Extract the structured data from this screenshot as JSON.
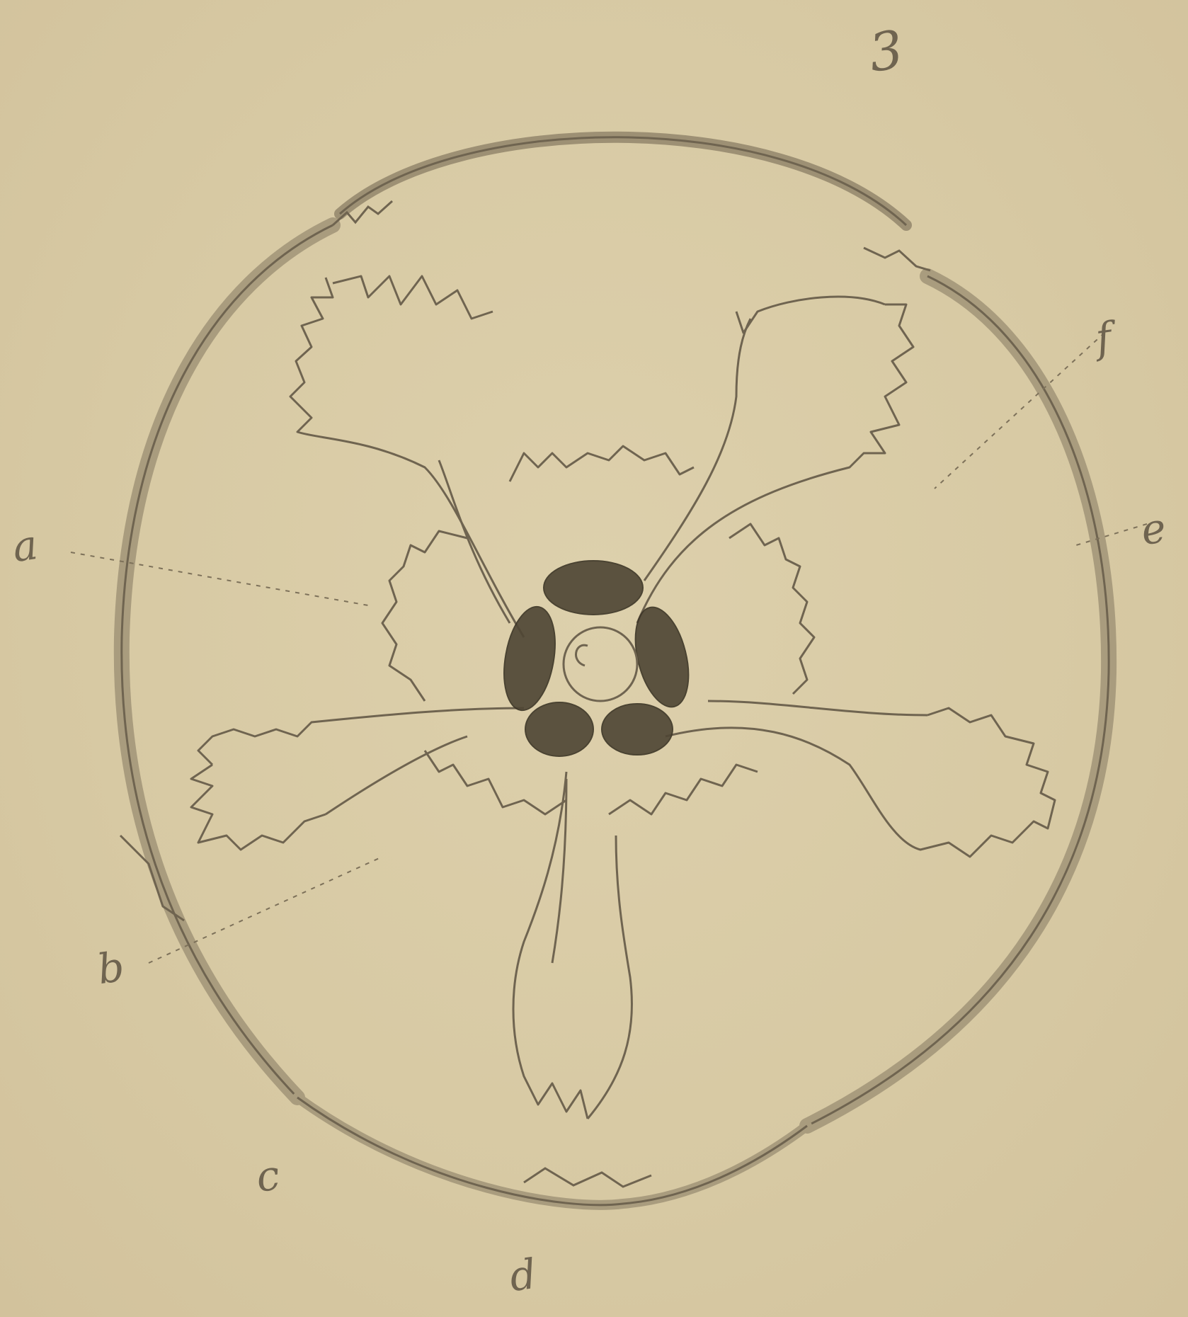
{
  "figure": {
    "number": "3",
    "labels": {
      "a": "a",
      "b": "b",
      "c": "c",
      "d": "d",
      "e": "e",
      "f": "f"
    }
  },
  "colors": {
    "paper": "#dcceaa",
    "ink": "#6f6450",
    "dark_ink": "#4e4534",
    "rim": "#a99c7e"
  }
}
